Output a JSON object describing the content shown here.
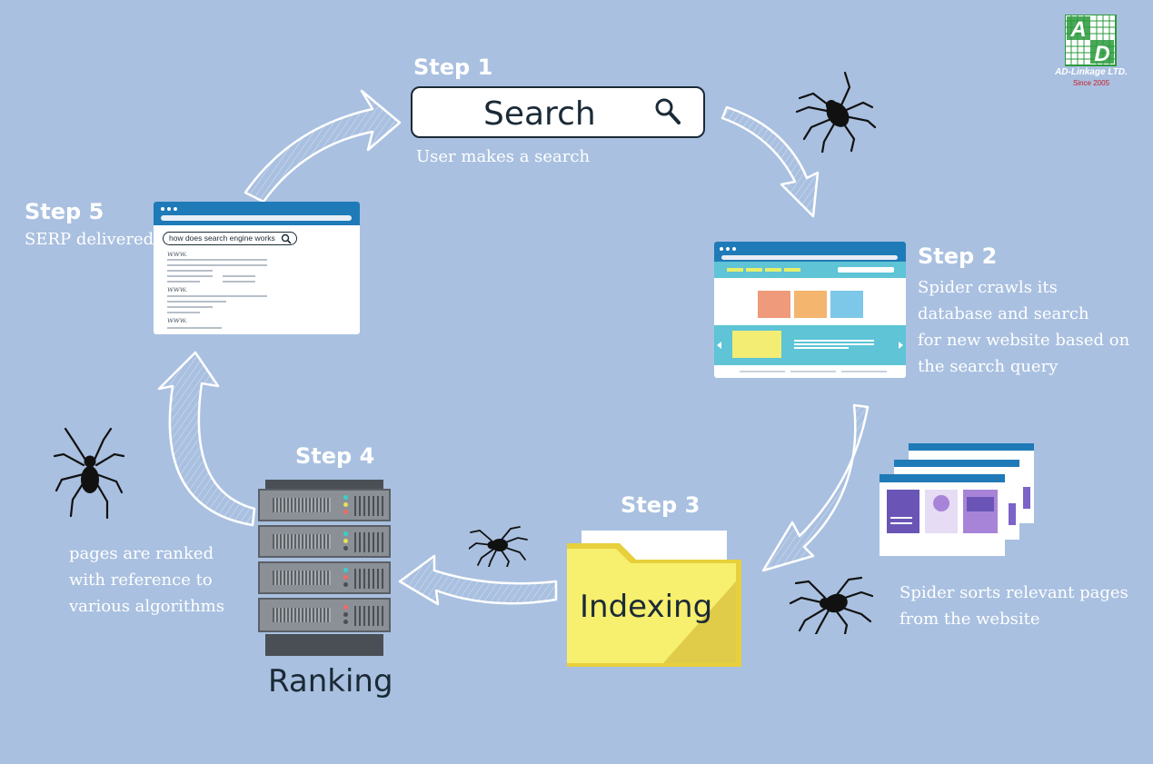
{
  "logo": {
    "letters": [
      "A",
      "D"
    ],
    "name": "AD-Linkage LTD.",
    "since": "Since 2005"
  },
  "step1": {
    "title": "Step 1",
    "search_text": "Search",
    "desc": "User makes a search"
  },
  "step2": {
    "title": "Step 2",
    "desc": [
      "Spider crawls its",
      "database and search",
      "for new website based on",
      "the search query"
    ]
  },
  "step3": {
    "title": "Step 3",
    "folder_label": "Indexing",
    "desc": [
      "Spider sorts relevant pages",
      "from the website"
    ]
  },
  "step4": {
    "title": "Step 4",
    "server_label": "Ranking",
    "desc": [
      "pages are ranked",
      "with reference to",
      "various algorithms"
    ]
  },
  "step5": {
    "title": "Step 5",
    "desc": "SERP delivered",
    "query": "how does search engine works",
    "result_labels": [
      "www.",
      "www.",
      "www."
    ]
  },
  "colors": {
    "background": "#a9c0e0",
    "browser_bar": "#1f7ab8",
    "logo_green": "#2a9a3c",
    "logo_red": "#c8202a",
    "folder_yellow": "#f7ef6e"
  },
  "icons": [
    "search-icon",
    "spider-icon",
    "browser-window-icon",
    "server-rack-icon",
    "folder-icon",
    "stacked-pages-icon",
    "curved-arrow-icon"
  ]
}
